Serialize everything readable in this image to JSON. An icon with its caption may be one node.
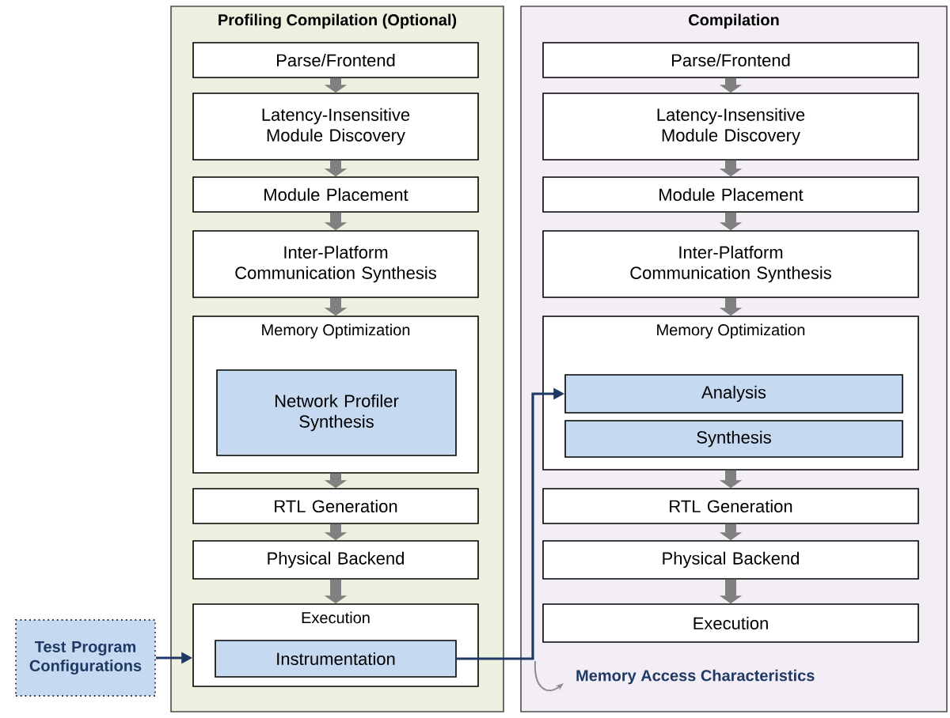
{
  "diagram": {
    "nodes": [
      {
        "text": [
          "Profiling Compilation (Optional)"
        ]
      },
      {
        "text": [
          "Parse/Frontend"
        ],
        "in": 0
      },
      {
        "text": [
          "Latency-Insensitive Module Discovery"
        ],
        "in": 0
      },
      {
        "text": [
          "Module Placement"
        ],
        "in": 0
      },
      {
        "text": [
          "Inter-Platform Communication Synthesis"
        ],
        "in": 0
      },
      {
        "text": [
          "Memory Optimization"
        ],
        "in": 0
      },
      {
        "text": [
          "Network Profiler Synthesis"
        ],
        "in": 5
      },
      {
        "text": [
          "RTL Generation"
        ],
        "in": 0
      },
      {
        "text": [
          "Physical Backend"
        ],
        "in": 0
      },
      {
        "text": [
          "Execution"
        ],
        "in": 0
      },
      {
        "text": [
          "Instrumentation"
        ],
        "in": 9
      },
      {
        "text": [
          "Compilation"
        ]
      },
      {
        "text": [
          "Parse/Frontend"
        ],
        "in": 11
      },
      {
        "text": [
          "Latency-Insensitive Module Discovery"
        ],
        "in": 11
      },
      {
        "text": [
          "Module Placement"
        ],
        "in": 11
      },
      {
        "text": [
          "Inter-Platform Communication Synthesis"
        ],
        "in": 11
      },
      {
        "text": [
          "Memory Optimization"
        ],
        "in": 11
      },
      {
        "text": [
          "Analysis"
        ],
        "in": 16
      },
      {
        "text": [
          "Synthesis"
        ],
        "in": 16
      },
      {
        "text": [
          "RTL Generation"
        ],
        "in": 11
      },
      {
        "text": [
          "Physical Backend"
        ],
        "in": 11
      },
      {
        "text": [
          "Execution"
        ],
        "in": 11
      },
      {
        "text": [
          "Test Program Configurations"
        ]
      }
    ],
    "edges": [
      {
        "from": 1,
        "to": 2,
        "arrow": "to"
      },
      {
        "from": 2,
        "to": 3,
        "arrow": "to"
      },
      {
        "from": 3,
        "to": 4,
        "arrow": "to"
      },
      {
        "from": 4,
        "to": 5,
        "arrow": "to"
      },
      {
        "from": 5,
        "to": 7,
        "arrow": "to"
      },
      {
        "from": 7,
        "to": 8,
        "arrow": "to"
      },
      {
        "from": 8,
        "to": 9,
        "arrow": "to"
      },
      {
        "from": 12,
        "to": 13,
        "arrow": "to"
      },
      {
        "from": 13,
        "to": 14,
        "arrow": "to"
      },
      {
        "from": 14,
        "to": 15,
        "arrow": "to"
      },
      {
        "from": 15,
        "to": 16,
        "arrow": "to"
      },
      {
        "from": 16,
        "to": 19,
        "arrow": "to"
      },
      {
        "from": 19,
        "to": 20,
        "arrow": "to"
      },
      {
        "from": 20,
        "to": 21,
        "arrow": "to"
      },
      {
        "from": 22,
        "to": 9,
        "arrow": "to",
        "color": "#1f3864"
      },
      {
        "from": 10,
        "to": 17,
        "arrow": "to",
        "color": "#1f3864"
      }
    ],
    "labels": [
      "Memory Access Characteristics"
    ]
  }
}
